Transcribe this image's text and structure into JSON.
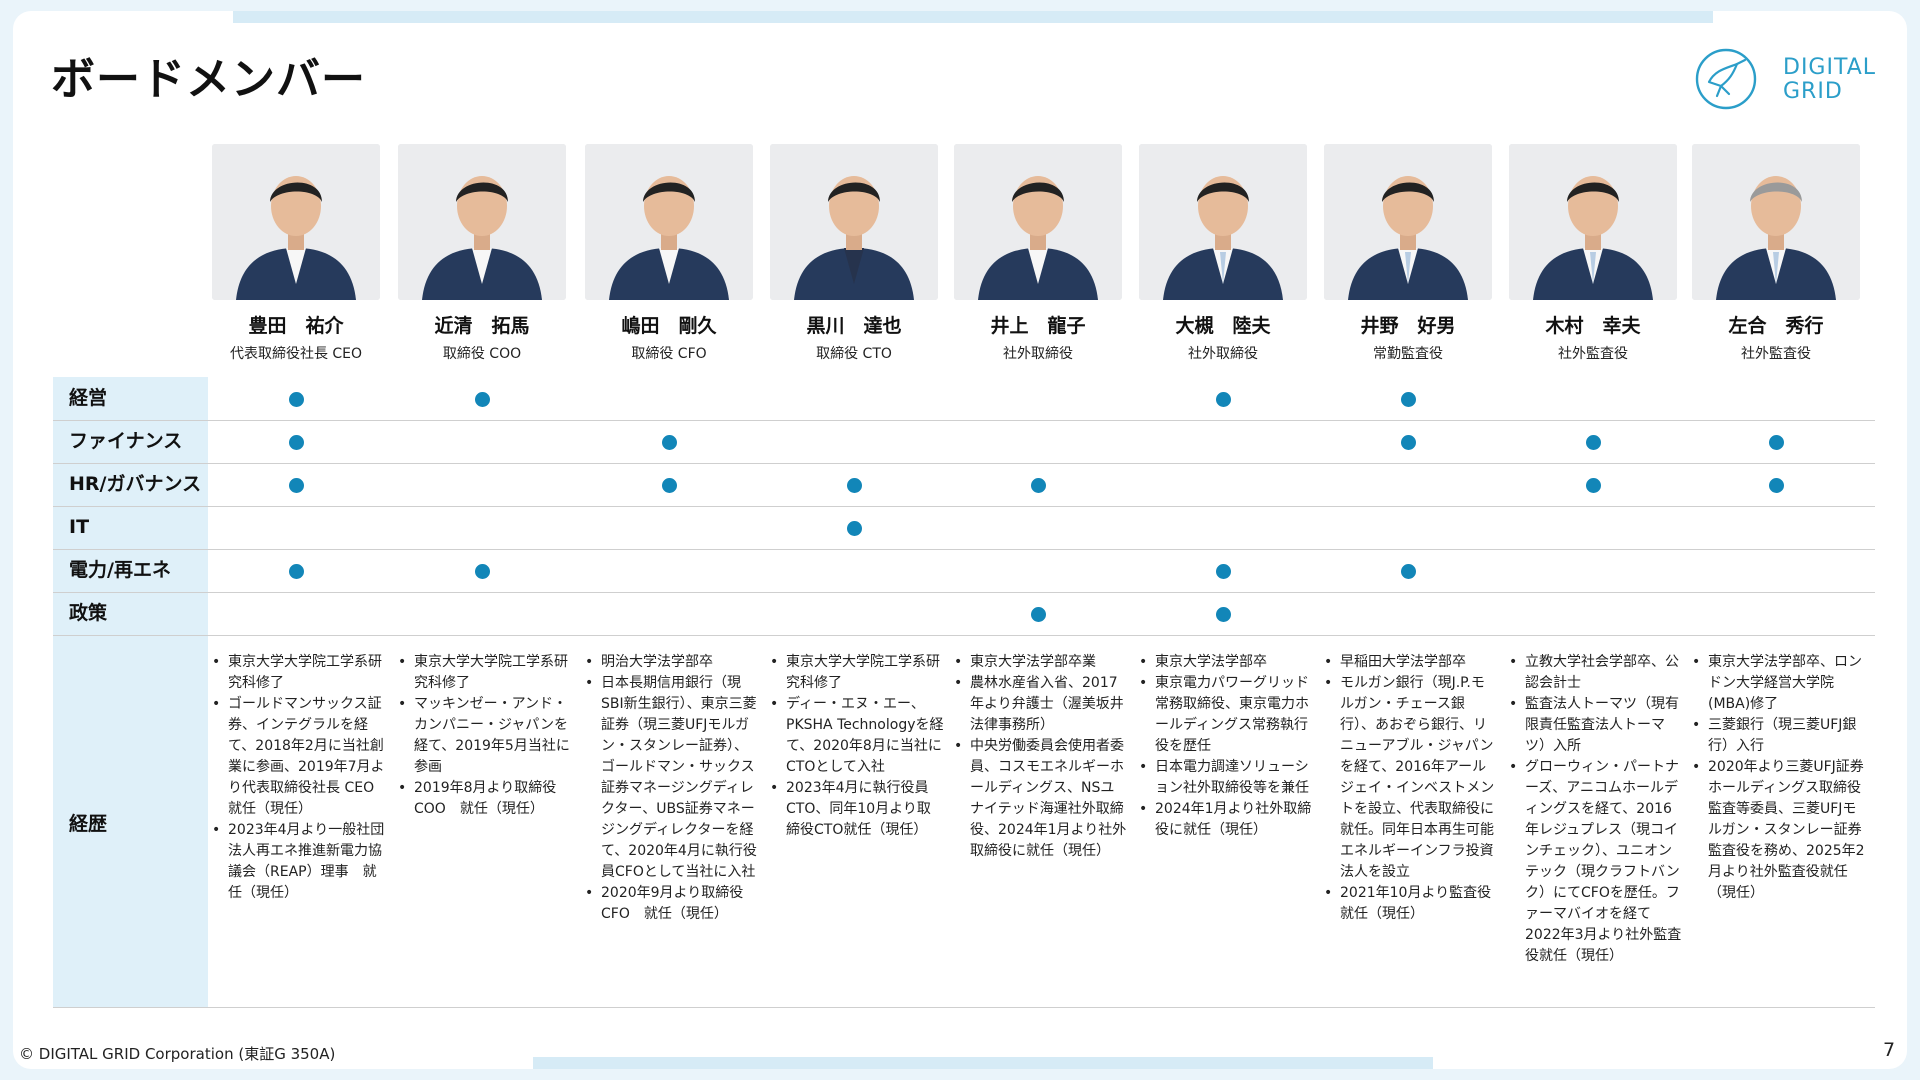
{
  "title": "ボードメンバー",
  "logo": {
    "line1": "DIGITAL",
    "line2": "GRID",
    "color": "#2b9ec9"
  },
  "categories": [
    "経営",
    "ファイナンス",
    "HR/ガバナンス",
    "IT",
    "電力/再エネ",
    "政策"
  ],
  "career_label": "経歴",
  "dot_color": "#1286b8",
  "members": [
    {
      "name": "豊田　祐介",
      "role": "代表取締役社長 CEO",
      "skills": [
        true,
        true,
        true,
        false,
        true,
        false
      ],
      "career": [
        "東京大学大学院工学系研究科修了",
        "ゴールドマンサックス証券、インテグラルを経て、2018年2月に当社創業に参画、2019年7月より代表取締役社長 CEO　就任（現任）",
        "2023年4月より一般社団法人再エネ推進新電力協議会（REAP）理事　就任（現任）"
      ]
    },
    {
      "name": "近清　拓馬",
      "role": "取締役 COO",
      "skills": [
        true,
        false,
        false,
        false,
        true,
        false
      ],
      "career": [
        "東京大学大学院工学系研究科修了",
        "マッキンゼー・アンド・カンパニー・ジャパンを経て、2019年5月当社に参画",
        "2019年8月より取締役COO　就任（現任）"
      ]
    },
    {
      "name": "嶋田　剛久",
      "role": "取締役 CFO",
      "skills": [
        false,
        true,
        true,
        false,
        false,
        false
      ],
      "career": [
        "明治大学法学部卒",
        "日本長期信用銀行（現SBI新生銀行）、東京三菱証券（現三菱UFJモルガン・スタンレー証券）、ゴールドマン・サックス証券マネージングディレクター、UBS証券マネージングディレクターを経て、2020年4月に執行役員CFOとして当社に入社",
        "2020年9月より取締役CFO　就任（現任）"
      ]
    },
    {
      "name": "黒川　達也",
      "role": "取締役 CTO",
      "skills": [
        false,
        false,
        true,
        true,
        false,
        false
      ],
      "career": [
        "東京大学大学院工学系研究科修了",
        "ディー・エヌ・エー、PKSHA Technologyを経て、2020年8月に当社にCTOとして入社",
        "2023年4月に執行役員CTO、同年10月より取締役CTO就任（現任）"
      ]
    },
    {
      "name": "井上　龍子",
      "role": "社外取締役",
      "skills": [
        false,
        false,
        true,
        false,
        false,
        true
      ],
      "career": [
        "東京大学法学部卒業",
        "農林水産省入省、2017年より弁護士（渥美坂井法律事務所）",
        "中央労働委員会使用者委員、コスモエネルギーホールディングス、NSユナイテッド海運社外取締役、2024年1月より社外取締役に就任（現任）"
      ]
    },
    {
      "name": "大槻　陸夫",
      "role": "社外取締役",
      "skills": [
        true,
        false,
        false,
        false,
        true,
        true
      ],
      "career": [
        "東京大学法学部卒",
        "東京電力パワーグリッド常務取締役、東京電力ホールディングス常務執行役を歴任",
        "日本電力調達ソリューション社外取締役等を兼任",
        "2024年1月より社外取締役に就任（現任）"
      ]
    },
    {
      "name": "井野　好男",
      "role": "常勤監査役",
      "skills": [
        true,
        true,
        false,
        false,
        true,
        false
      ],
      "career": [
        "早稲田大学法学部卒",
        "モルガン銀行（現J.P.モルガン・チェース銀行）、あおぞら銀行、リニューアブル・ジャパンを経て、2016年アールジェイ・インベストメントを設立、代表取締役に就任。同年日本再生可能エネルギーインフラ投資法人を設立",
        "2021年10月より監査役就任（現任）"
      ]
    },
    {
      "name": "木村　幸夫",
      "role": "社外監査役",
      "skills": [
        false,
        true,
        true,
        false,
        false,
        false
      ],
      "career": [
        "立教大学社会学部卒、公認会計士",
        "監査法人トーマツ（現有限責任監査法人トーマツ）入所",
        "グローウィン・パートナーズ、アニコムホールディングスを経て、2016年レジュプレス（現コインチェック）、ユニオンテック（現クラフトバンク）にてCFOを歴任。ファーマバイオを経て2022年3月より社外監査役就任（現任）"
      ]
    },
    {
      "name": "左合　秀行",
      "role": "社外監査役",
      "skills": [
        false,
        true,
        true,
        false,
        false,
        false
      ],
      "career": [
        "東京大学法学部卒、ロンドン大学経営大学院(MBA)修了",
        "三菱銀行（現三菱UFJ銀行）入行",
        "2020年より三菱UFJ証券ホールディングス取締役監査等委員、三菱UFJモルガン・スタンレー証券監査役を務め、2025年2月より社外監査役就任（現任）"
      ]
    }
  ],
  "footer": "© DIGITAL GRID Corporation (東証G 350A)",
  "page_number": "7"
}
